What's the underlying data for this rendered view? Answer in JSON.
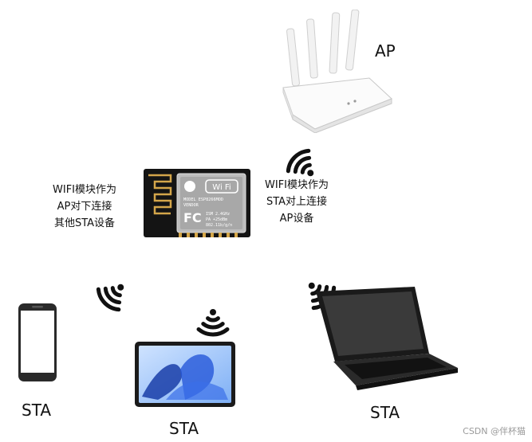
{
  "labels": {
    "ap": "AP",
    "sta_phone": "STA",
    "sta_tablet": "STA",
    "sta_laptop": "STA"
  },
  "notes": {
    "left": "WIFI模块作为\nAP对下连接\n其他STA设备",
    "right": "WIFI模块作为\nSTA对上连接\nAP设备"
  },
  "chip": {
    "logo_text": "Wi Fi",
    "fcc": "FC",
    "lines": [
      "MODEL  ESP8266MOD",
      "VENDOR",
      "ISM 2.4GHz",
      "PA +25dBm",
      "802.11b/g/n"
    ]
  },
  "watermark": "CSDN @伴杯猫",
  "icons": [
    "router-icon",
    "wifi-module-icon",
    "wifi-signal-icon",
    "phone-icon",
    "tablet-icon",
    "laptop-icon"
  ]
}
